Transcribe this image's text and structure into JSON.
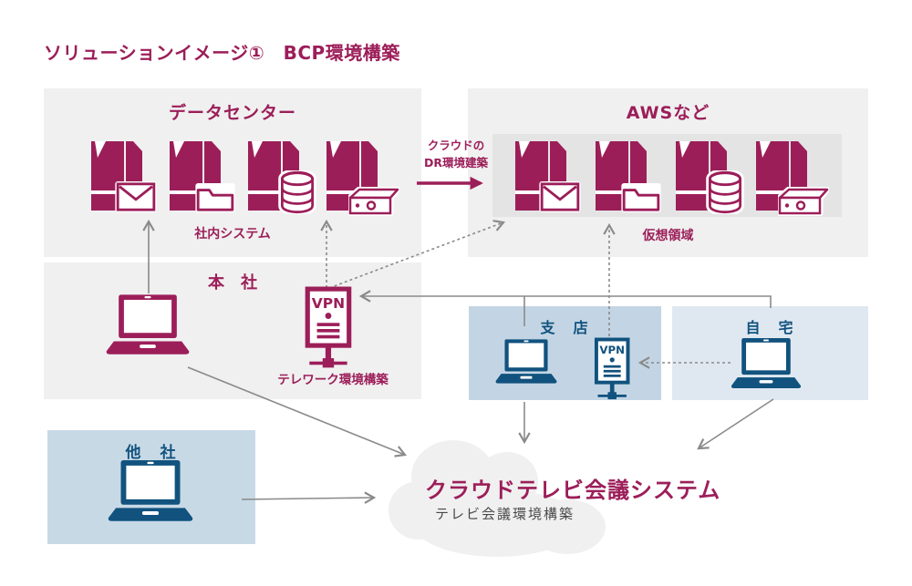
{
  "page": {
    "title": "ソリューションイメージ①　BCP環境構築"
  },
  "colors": {
    "crimson": "#9C1E59",
    "dark_blue": "#11527E",
    "gray_panel": "#f0f0f0",
    "gray_panel_inner": "#e4e4e4",
    "branch_panel_blue": "#c3d5e4",
    "home_panel_blue": "#dfe8f1",
    "other_panel_blue": "#c8d9e6",
    "connector_gray": "#8a8a8a"
  },
  "datacenter": {
    "title": "データセンター",
    "caption": "社内システム",
    "server_icons": [
      "mail-server-icon",
      "folder-server-icon",
      "database-server-icon",
      "storage-server-icon"
    ]
  },
  "aws": {
    "title": "AWSなど",
    "caption": "仮想領域",
    "server_icons": [
      "mail-server-icon",
      "folder-server-icon",
      "database-server-icon",
      "storage-server-icon"
    ]
  },
  "dr_arrow": {
    "line1": "クラウドの",
    "line2": "DR環境建築"
  },
  "honsha": {
    "title": "本　社",
    "vpn_label": "VPN",
    "caption": "テレワーク環境構築"
  },
  "shiten": {
    "title": "支　店",
    "vpn_label": "VPN"
  },
  "jitaku": {
    "title": "自　宅"
  },
  "tasha": {
    "title": "他　社"
  },
  "cloud": {
    "title": "クラウドテレビ会議システム",
    "caption": "テレビ会議環境構築"
  }
}
